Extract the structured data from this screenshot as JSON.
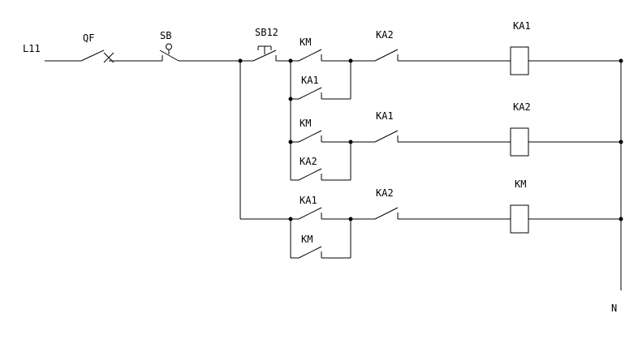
{
  "labels": {
    "supply_line": "L11",
    "neutral": "N",
    "breaker": "QF",
    "stop_button": "SB",
    "start_button": "SB12",
    "rung1": {
      "contact_main": "KM",
      "contact_parallel": "KA1",
      "contact_series": "KA2",
      "coil": "KA1"
    },
    "rung2": {
      "contact_main": "KM",
      "contact_parallel": "KA2",
      "contact_series": "KA1",
      "coil": "KA2"
    },
    "rung3": {
      "contact_main": "KA1",
      "contact_parallel": "KM",
      "contact_series": "KA2",
      "coil": "KM"
    }
  },
  "colors": {
    "background": "#ffffff",
    "line": "#000000",
    "text": "#000000"
  }
}
